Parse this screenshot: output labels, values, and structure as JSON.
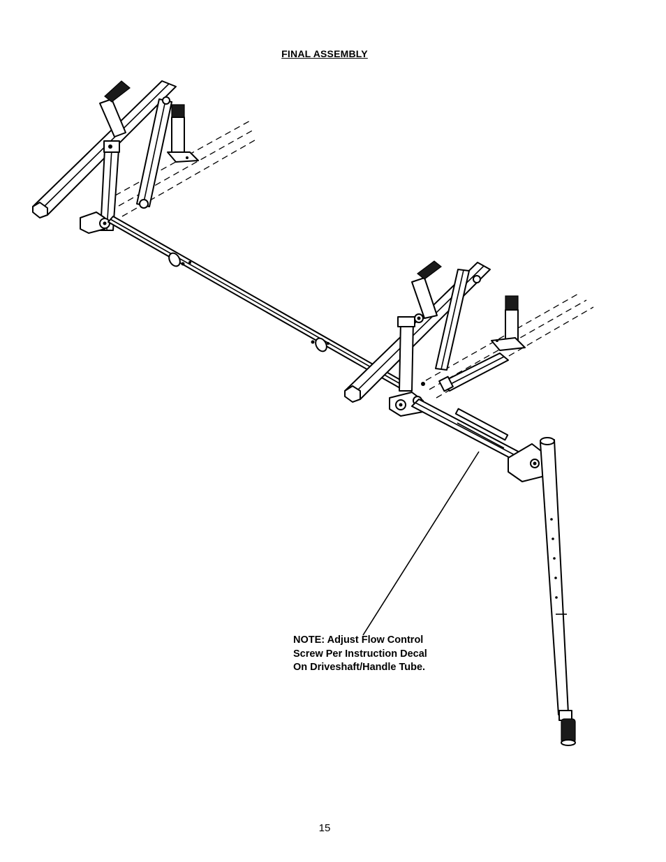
{
  "page": {
    "title": "FINAL ASSEMBLY",
    "page_number": "15"
  },
  "note": {
    "lines": [
      "NOTE: Adjust Flow Control",
      "Screw Per Instruction Decal",
      "On Driveshaft/Handle Tube."
    ]
  },
  "colors": {
    "line": "#000000",
    "background": "#ffffff"
  }
}
